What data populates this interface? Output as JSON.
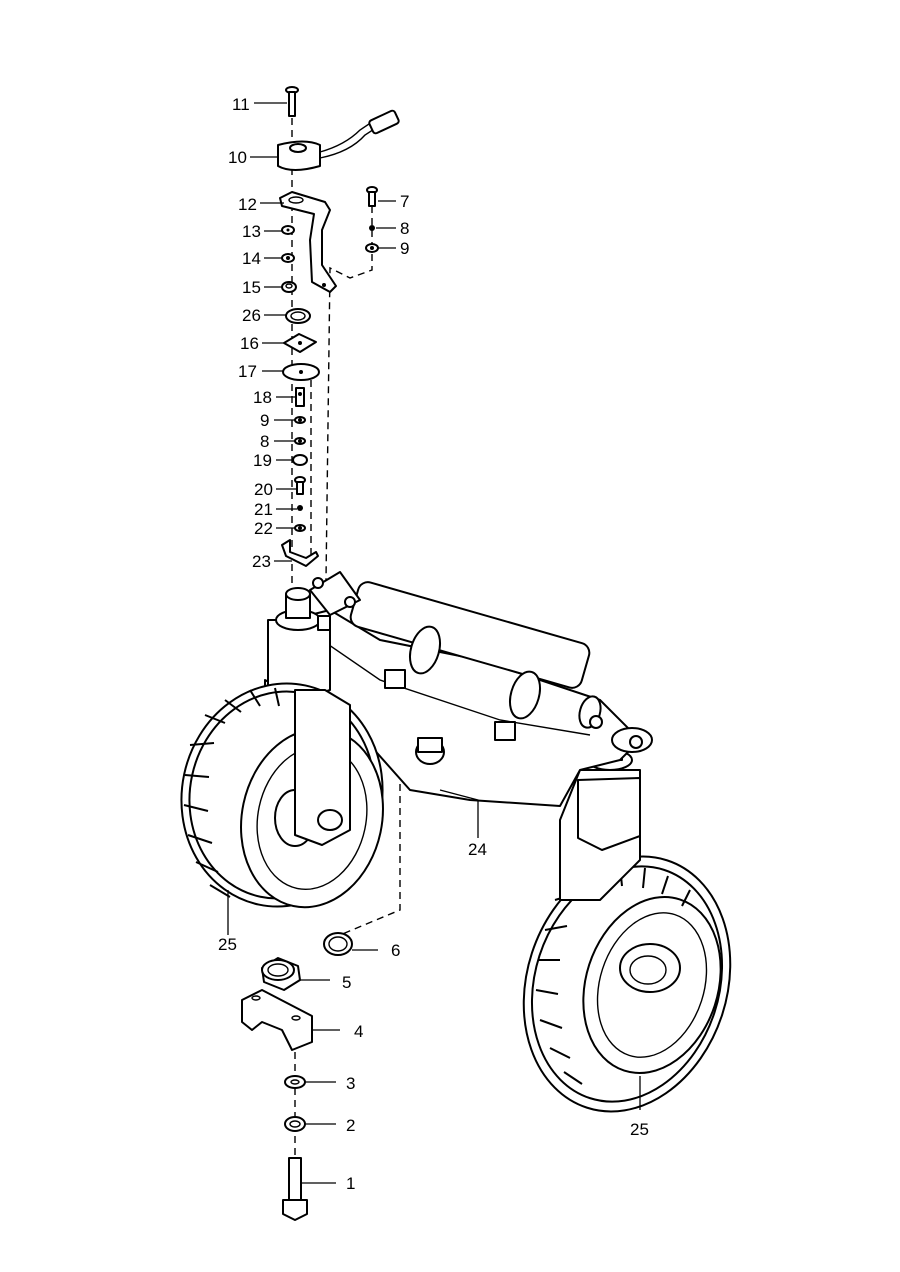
{
  "diagram": {
    "callouts": [
      {
        "id": "c11",
        "label": "11"
      },
      {
        "id": "c10",
        "label": "10"
      },
      {
        "id": "c12",
        "label": "12"
      },
      {
        "id": "c13",
        "label": "13"
      },
      {
        "id": "c14",
        "label": "14"
      },
      {
        "id": "c15",
        "label": "15"
      },
      {
        "id": "c26",
        "label": "26"
      },
      {
        "id": "c16",
        "label": "16"
      },
      {
        "id": "c17",
        "label": "17"
      },
      {
        "id": "c18",
        "label": "18"
      },
      {
        "id": "c9a",
        "label": "9"
      },
      {
        "id": "c8a",
        "label": "8"
      },
      {
        "id": "c19",
        "label": "19"
      },
      {
        "id": "c20",
        "label": "20"
      },
      {
        "id": "c21",
        "label": "21"
      },
      {
        "id": "c22",
        "label": "22"
      },
      {
        "id": "c23",
        "label": "23"
      },
      {
        "id": "c7",
        "label": "7"
      },
      {
        "id": "c8b",
        "label": "8"
      },
      {
        "id": "c9b",
        "label": "9"
      },
      {
        "id": "c24",
        "label": "24"
      },
      {
        "id": "c25a",
        "label": "25"
      },
      {
        "id": "c25b",
        "label": "25"
      },
      {
        "id": "c6",
        "label": "6"
      },
      {
        "id": "c5",
        "label": "5"
      },
      {
        "id": "c4",
        "label": "4"
      },
      {
        "id": "c3",
        "label": "3"
      },
      {
        "id": "c2",
        "label": "2"
      },
      {
        "id": "c1",
        "label": "1"
      }
    ]
  }
}
